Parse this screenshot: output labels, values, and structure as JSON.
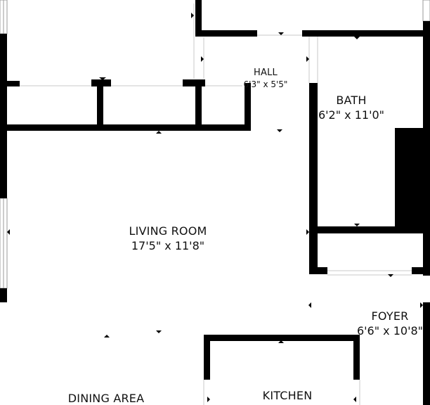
{
  "rooms": {
    "hall": {
      "name": "HALL",
      "dimensions": "6'3\" x 5'5\""
    },
    "bath": {
      "name": "BATH",
      "dimensions": "6'2\" x 11'0\""
    },
    "living_room": {
      "name": "LIVING ROOM",
      "dimensions": "17'5\" x 11'8\""
    },
    "foyer": {
      "name": "FOYER",
      "dimensions": "6'6\" x 10'8\""
    },
    "dining_area": {
      "name": "DINING AREA"
    },
    "kitchen": {
      "name": "KITCHEN"
    }
  },
  "colors": {
    "wall": "#000000",
    "window": "#d8d8d8",
    "background": "#ffffff"
  }
}
